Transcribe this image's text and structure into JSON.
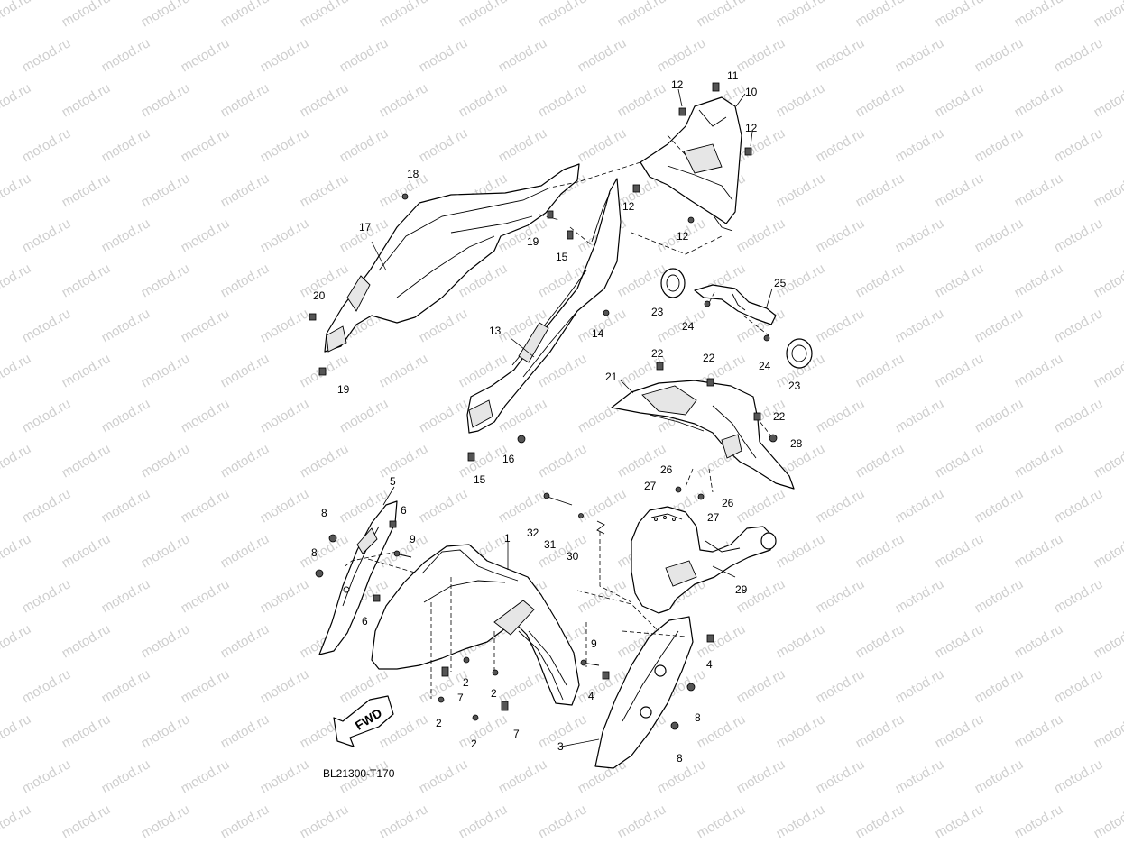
{
  "watermark": "motod.ru",
  "diagram_code": "BL21300-T170",
  "fwd_label": "FWD",
  "callouts": [
    "1",
    "2",
    "3",
    "4",
    "5",
    "6",
    "7",
    "8",
    "9",
    "10",
    "11",
    "12",
    "13",
    "14",
    "15",
    "16",
    "17",
    "18",
    "19",
    "20",
    "21",
    "22",
    "23",
    "24",
    "25",
    "26",
    "27",
    "28",
    "29",
    "30",
    "31",
    "32"
  ]
}
